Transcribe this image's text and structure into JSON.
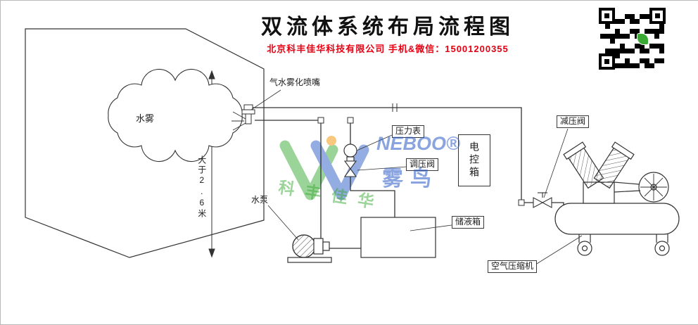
{
  "header": {
    "title": "双流体系统布局流程图",
    "subtitle": "北京科丰佳华科技有限公司 手机&微信：15001200355"
  },
  "labels": {
    "nozzle": "气水雾化喷嘴",
    "water_mist": "水雾",
    "min_height": "大于2.6米",
    "pressure_gauge": "压力表",
    "pressure_regulator": "调压阀",
    "electric_control_box": "电控箱",
    "water_pump": "水泵",
    "liquid_tank": "储液箱",
    "pressure_reducing_valve": "减压阀",
    "air_compressor": "空气压缩机"
  },
  "watermark": {
    "brand_en": "NEBOO®",
    "brand_cn": "雾鸟",
    "company_cn": "科丰佳华"
  },
  "colors": {
    "subtitle_red": "#e60012",
    "watermark_blue": "#2a5bc6",
    "watermark_green": "#3aaa35",
    "watermark_orange": "#f39200",
    "line": "#333333"
  }
}
